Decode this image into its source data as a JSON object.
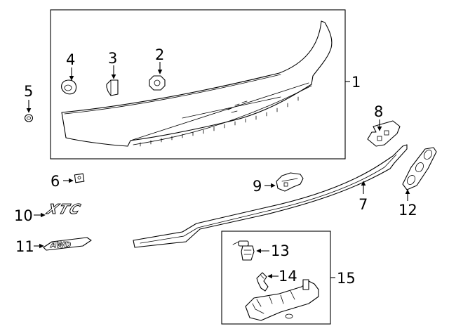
{
  "callouts": {
    "c1": "1",
    "c2": "2",
    "c3": "3",
    "c4": "4",
    "c5": "5",
    "c6": "6",
    "c7": "7",
    "c8": "8",
    "c9": "9",
    "c10": "10",
    "c11": "11",
    "c12": "12",
    "c13": "13",
    "c14": "14",
    "c15": "15"
  },
  "emblems": {
    "xtc": "XTC",
    "awd": "AWD"
  }
}
